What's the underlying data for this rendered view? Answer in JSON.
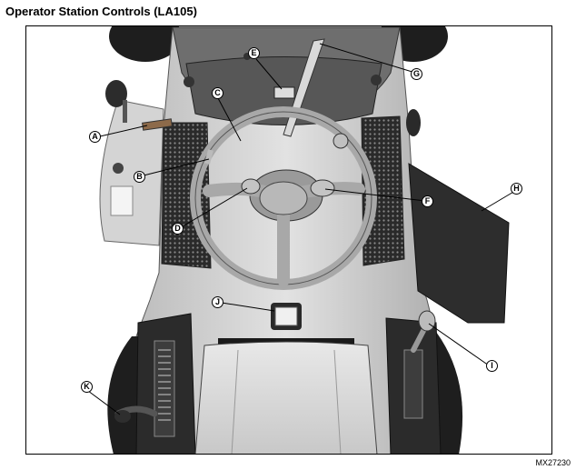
{
  "title": "Operator Station Controls (LA105)",
  "figure_code": "MX27230",
  "callouts": {
    "a": "A",
    "b": "B",
    "c": "C",
    "d": "D",
    "e": "E",
    "f": "F",
    "g": "G",
    "h": "H",
    "i": "I",
    "j": "J",
    "k": "K"
  }
}
